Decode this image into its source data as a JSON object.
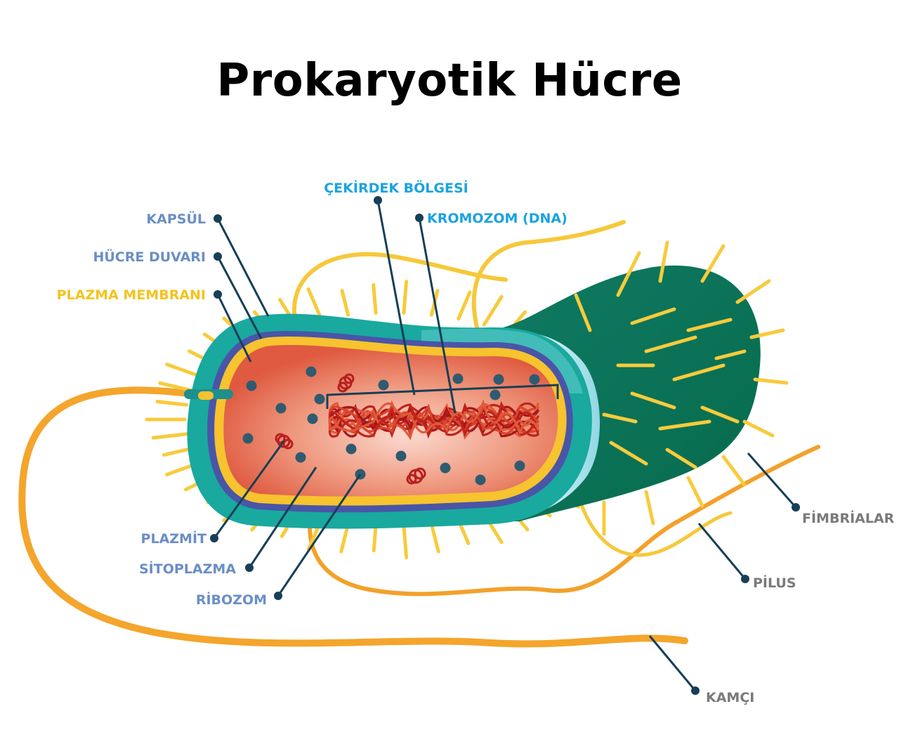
{
  "title": "Prokaryotik Hücre",
  "colors": {
    "blue_label": "#6a8ec4",
    "cyan_label": "#1aa3e0",
    "yellow_label": "#f4c31e",
    "gray_label": "#7a7a7a",
    "leader": "#173f57",
    "capsule": "#18a79e",
    "cell_wall": "#4a55a8",
    "membrane": "#f7c32e",
    "cytoplasm": "#e96a4e",
    "ribosome": "#2f5b70",
    "dna": "#c0231b",
    "fimbria": "#f7cb3c",
    "flagellum": "#f3a12a"
  },
  "labels": {
    "kapsul": "KAPSÜL",
    "hucre_duvari": "HÜCRE DUVARI",
    "plazma_membrani": "PLAZMA MEMBRANI",
    "cekirdek_bolgesi": "ÇEKİRDEK BÖLGESİ",
    "kromozom": "KROMOZOM (DNA)",
    "plazmit": "PLAZMİT",
    "sitoplazma": "SİTOPLAZMA",
    "ribozom": "RİBOZOM",
    "fimbrialar": "FİMBRİALAR",
    "pilus": "PİLUS",
    "kamci": "KAMÇI"
  }
}
